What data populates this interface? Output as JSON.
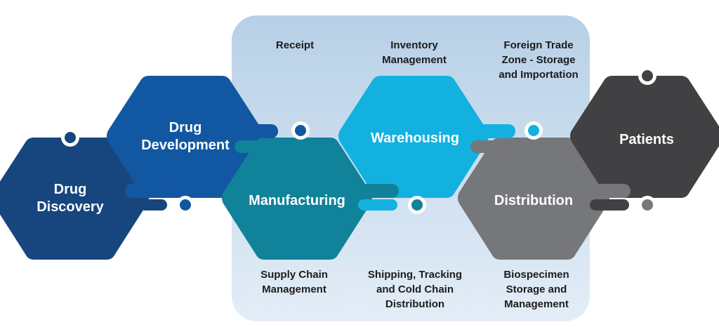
{
  "colors": {
    "panel": "#bcd4e9",
    "discovery": "#17467f",
    "development": "#1257a1",
    "manufacturing": "#10829a",
    "warehousing": "#13b1e0",
    "distribution": "#76777a",
    "patients": "#414143"
  },
  "stages": [
    {
      "id": "discovery",
      "label": "Drug\nDiscovery"
    },
    {
      "id": "development",
      "label": "Drug\nDevelopment"
    },
    {
      "id": "manufacturing",
      "label": "Manufacturing"
    },
    {
      "id": "warehousing",
      "label": "Warehousing"
    },
    {
      "id": "distribution",
      "label": "Distribution"
    },
    {
      "id": "patients",
      "label": "Patients"
    }
  ],
  "top_labels": [
    "Receipt",
    "Inventory\nManagement",
    "Foreign Trade\nZone - Storage\nand Importation"
  ],
  "bottom_labels": [
    "Supply Chain\nManagement",
    "Shipping, Tracking\nand Cold Chain\nDistribution",
    "Biospecimen\nStorage and\nManagement"
  ]
}
